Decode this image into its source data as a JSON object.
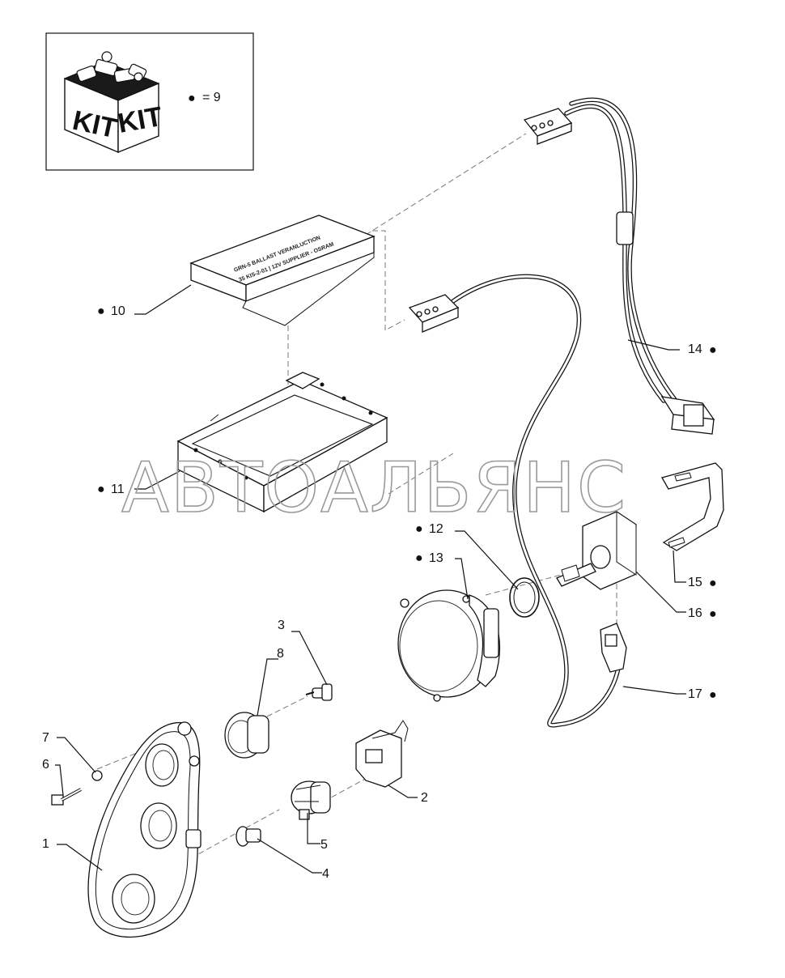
{
  "kit": {
    "box_text_left": "KIT",
    "box_text_right": "KIT",
    "legend_symbol": "●",
    "legend_text": "= 9"
  },
  "ballast_box": {
    "line1": "GRN-5 BALLAST VERANLUCTION",
    "line2": "35 KIS-2-01 | 12V SUPPLIER - OSRAM"
  },
  "watermark": "АВТОАЛЬЯНС",
  "callouts": [
    {
      "id": "c10",
      "bullet": "●",
      "text": "10"
    },
    {
      "id": "c11",
      "bullet": "●",
      "text": "11"
    },
    {
      "id": "c12",
      "bullet": "●",
      "text": "12"
    },
    {
      "id": "c13",
      "bullet": "●",
      "text": "13"
    },
    {
      "id": "c14",
      "bullet": "●",
      "text": "14"
    },
    {
      "id": "c15",
      "bullet": "●",
      "text": "15"
    },
    {
      "id": "c16",
      "bullet": "●",
      "text": "16"
    },
    {
      "id": "c17",
      "bullet": "●",
      "text": "17"
    },
    {
      "id": "c1",
      "bullet": "",
      "text": "1"
    },
    {
      "id": "c2",
      "bullet": "",
      "text": "2"
    },
    {
      "id": "c3",
      "bullet": "",
      "text": "3"
    },
    {
      "id": "c4",
      "bullet": "",
      "text": "4"
    },
    {
      "id": "c5",
      "bullet": "",
      "text": "5"
    },
    {
      "id": "c6",
      "bullet": "",
      "text": "6"
    },
    {
      "id": "c7",
      "bullet": "",
      "text": "7"
    },
    {
      "id": "c8",
      "bullet": "",
      "text": "8"
    }
  ]
}
